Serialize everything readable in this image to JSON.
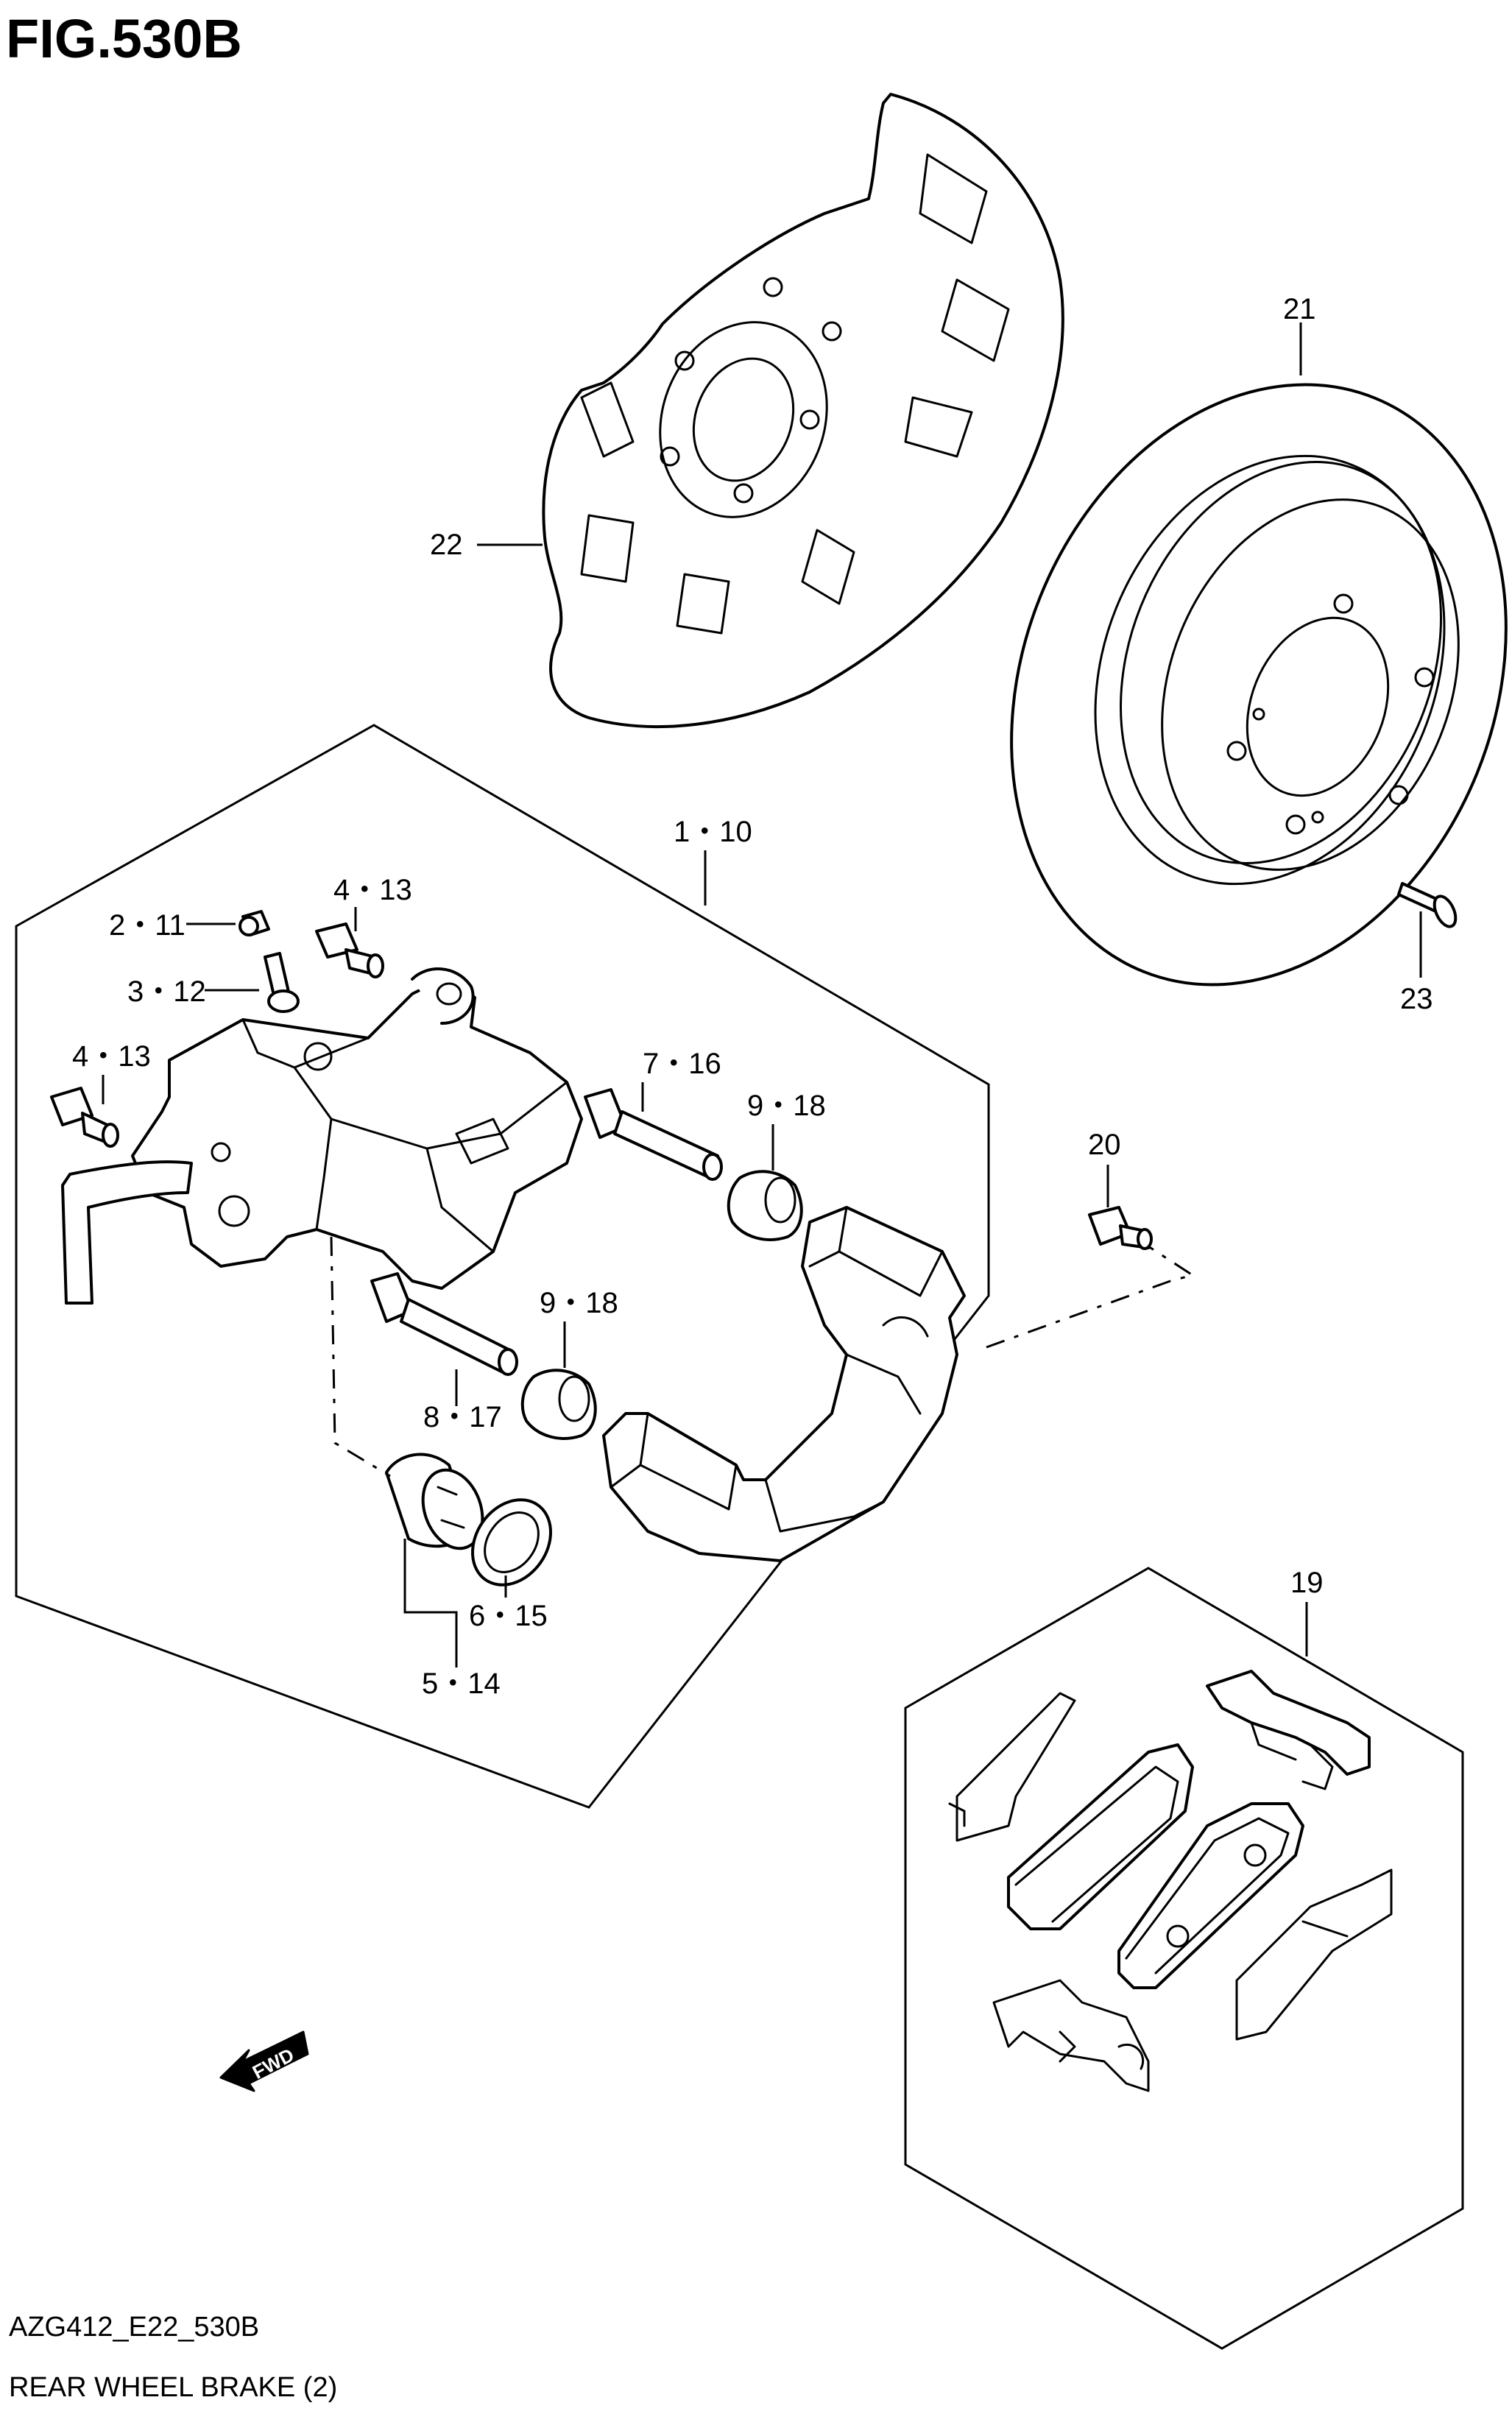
{
  "figure_title": "FIG.530B",
  "footer": {
    "code": "AZG412_E22_530B",
    "caption": "REAR WHEEL BRAKE (2)"
  },
  "callouts": {
    "c_1_10": "1・10",
    "c_2_11": "2・11",
    "c_3_12": "3・12",
    "c_4_13_top": "4・13",
    "c_4_13_left": "4・13",
    "c_5_14": "5・14",
    "c_6_15": "6・15",
    "c_7_16": "7・16",
    "c_8_17": "8・17",
    "c_9_18_upper": "9・18",
    "c_9_18_lower": "9・18",
    "c_19": "19",
    "c_20": "20",
    "c_21": "21",
    "c_22": "22",
    "c_23": "23"
  },
  "fwd_label": "FWD"
}
